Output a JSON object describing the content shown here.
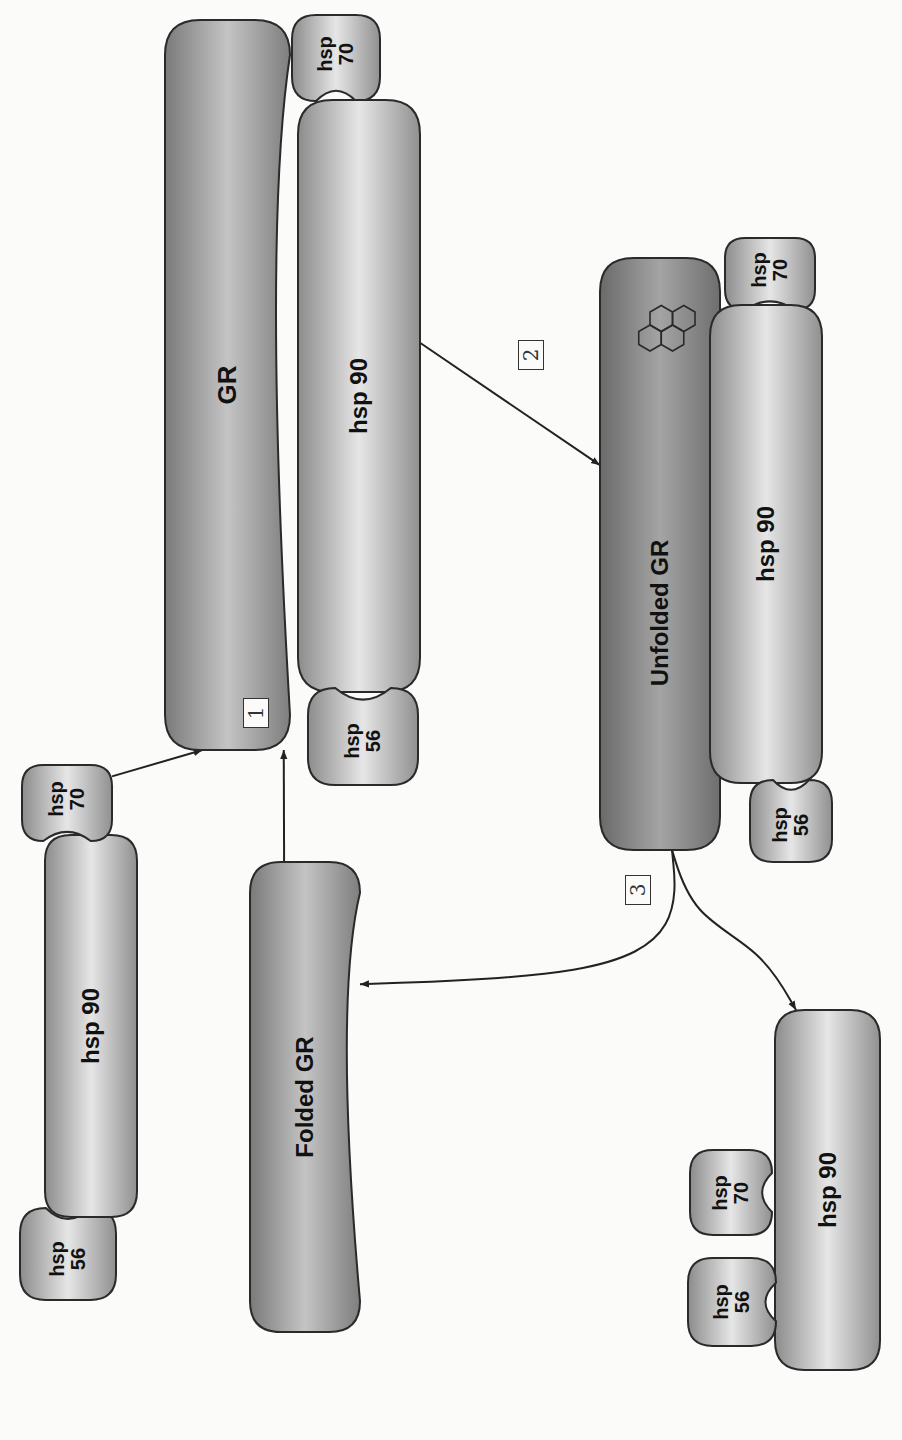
{
  "diagram": {
    "nodes": [
      {
        "text": [
          "hsp 56"
        ]
      },
      {
        "text": [
          "hsp 90"
        ]
      },
      {
        "text": [
          "hsp 70"
        ]
      },
      {
        "text": [
          "GR"
        ]
      },
      {
        "text": [
          "hsp 70"
        ]
      },
      {
        "text": [
          "hsp 90"
        ]
      },
      {
        "text": [
          "hsp 56"
        ]
      },
      {
        "text": [
          "Folded GR"
        ]
      },
      {
        "text": [
          "Unfolded GR"
        ]
      },
      {
        "text": [
          "hsp 70"
        ]
      },
      {
        "text": [
          "hsp 90"
        ]
      },
      {
        "text": [
          "hsp 56"
        ]
      },
      {
        "text": [
          "hsp 90"
        ]
      },
      {
        "text": [
          "hsp 70"
        ]
      },
      {
        "text": [
          "hsp 56"
        ]
      }
    ],
    "edges": [
      {
        "from": 2,
        "to": 3,
        "arrow": "to"
      },
      {
        "from": 7,
        "to": 3,
        "arrow": "to"
      },
      {
        "from": 5,
        "to": 8,
        "arrow": "to"
      },
      {
        "from": 8,
        "to": 7,
        "arrow": "to"
      },
      {
        "from": 8,
        "to": 12,
        "arrow": "to"
      }
    ],
    "labels": [
      "1",
      "2",
      "3"
    ]
  }
}
